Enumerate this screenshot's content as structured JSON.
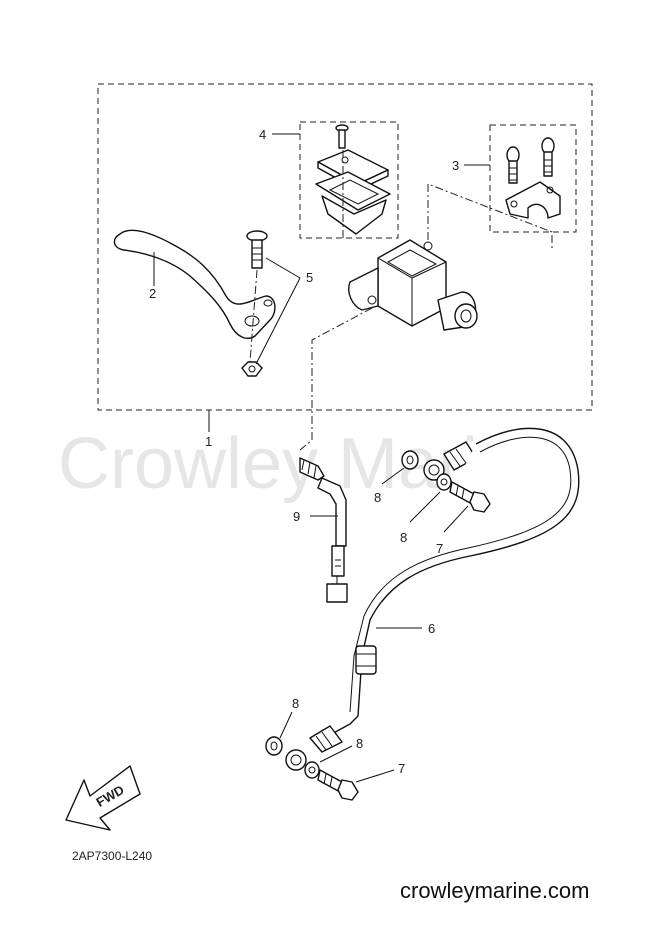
{
  "watermark": "Crowley Marine",
  "diagram_code": "2AP7300-L240",
  "website": "crowleymarine.com",
  "fwd_label": "FWD",
  "callouts": {
    "c1": "1",
    "c2": "2",
    "c3": "3",
    "c4": "4",
    "c5": "5",
    "c6": "6",
    "c7a": "7",
    "c7b": "7",
    "c8a": "8",
    "c8b": "8",
    "c8c": "8",
    "c8d": "8",
    "c9": "9"
  }
}
